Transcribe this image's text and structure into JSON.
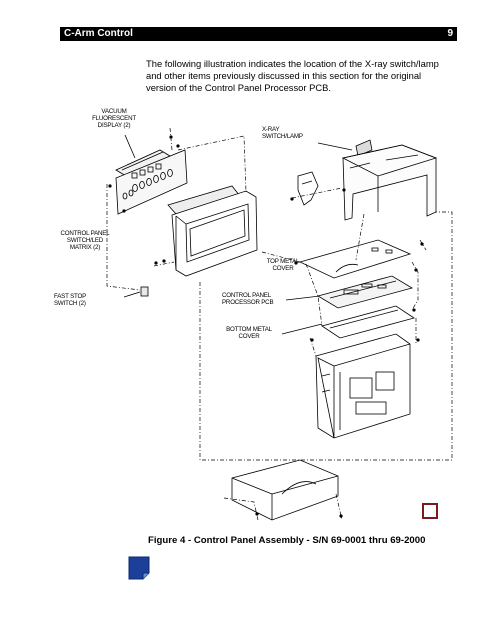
{
  "header": {
    "title": "C-Arm Control",
    "page_number": "9"
  },
  "intro": "The following illustration indicates the location of the X-ray switch/lamp and other items previously discussed in this section for the original version of the Control Panel Processor PCB.",
  "labels": {
    "vacuum": [
      "VACUUM",
      "FLUORESCENT",
      "DISPLAY (2)"
    ],
    "xray": [
      "X-RAY",
      "SWITCH/LAMP"
    ],
    "control_panel_matrix": [
      "CONTROL PANEL",
      "SWITCH/LED",
      "MATRIX (2)"
    ],
    "top_metal": [
      "TOP METAL",
      "COVER"
    ],
    "fast_stop": [
      "FAST STOP",
      "SWITCH (2)"
    ],
    "processor": [
      "CONTROL PANEL",
      "PROCESSOR PCB"
    ],
    "bottom_metal": [
      "BOTTOM METAL",
      "COVER"
    ]
  },
  "caption": "Figure 4 - Control Panel Assembly - S/N 69-0001 thru 69-2000",
  "colors": {
    "header_bg": "#000000",
    "square_border": "#7a1b24",
    "nav_button": "#1c3f9a"
  },
  "icons": {
    "square": "outline-square-icon",
    "nav": "page-corner-button-icon"
  }
}
